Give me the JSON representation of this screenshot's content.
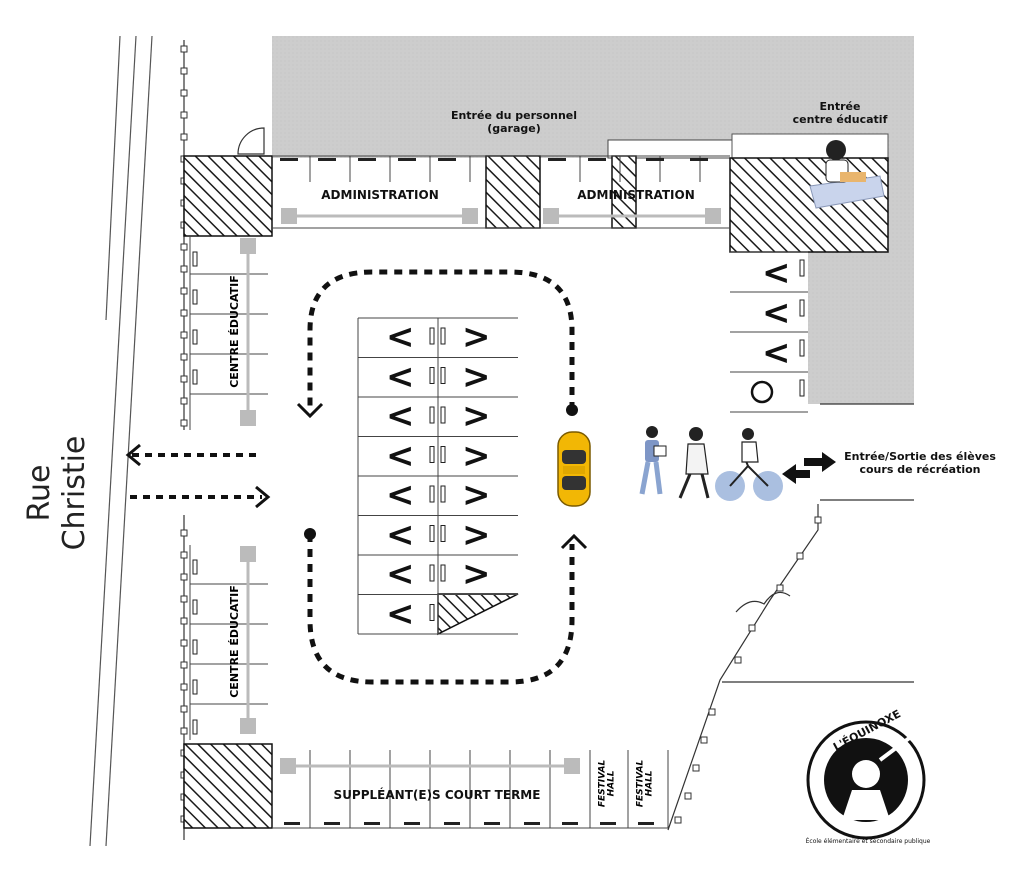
{
  "street": {
    "name": "Rue Christie"
  },
  "buildings": {
    "staff_entrance": "Entrée du personnel\n(garage)",
    "centre_entrance": "Entrée\ncentre éducatif"
  },
  "zones": {
    "admin_left": "ADMINISTRATION",
    "admin_right": "ADMINISTRATION",
    "centre_top": "CENTRE ÉDUCATIF",
    "centre_bottom": "CENTRE ÉDUCATIF",
    "substitutes": "SUPPLÉANT(E)S COURT TERME",
    "festival_1": "FESTIVAL\nHALL",
    "festival_2": "FESTIVAL\nHALL"
  },
  "students_entrance": "Entrée/Sortie des élèves\ncours de récréation",
  "logo": {
    "name": "L'ÉQUINOXE",
    "ring_text": "École élémentaire et secondaire publique"
  },
  "legend_symbols": {
    "car_icon": "car-icon",
    "bike_icon": "bicycle-icon",
    "pedestrians_icon": "pedestrians-icon",
    "kid_icon": "child-reading-icon",
    "one_way_arrow": "chevron-arrow",
    "two_way_arrow": "double-arrow-icon"
  },
  "colors": {
    "building_gray": "#cfcfcf",
    "hatch": "#1a1a1a",
    "car_yellow": "#f2b705",
    "bike_blue": "#aabfe0"
  }
}
